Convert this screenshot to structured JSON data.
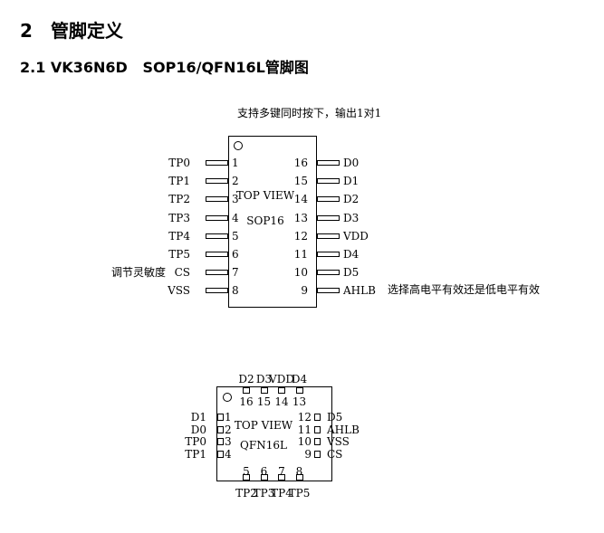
{
  "section": {
    "number": "2",
    "title": "管脚定义"
  },
  "subsection": {
    "number": "2.1",
    "title": "VK36N6D   SOP16/QFN16L管脚图"
  },
  "sop16": {
    "note_top": "支持多键同时按下，输出1对1",
    "top_view": "TOP VIEW",
    "package": "SOP16",
    "left_pins": [
      {
        "name": "TP0",
        "num": "1"
      },
      {
        "name": "TP1",
        "num": "2"
      },
      {
        "name": "TP2",
        "num": "3"
      },
      {
        "name": "TP3",
        "num": "4"
      },
      {
        "name": "TP4",
        "num": "5"
      },
      {
        "name": "TP5",
        "num": "6"
      },
      {
        "name": "CS",
        "num": "7"
      },
      {
        "name": "VSS",
        "num": "8"
      }
    ],
    "right_pins": [
      {
        "name": "D0",
        "num": "16"
      },
      {
        "name": "D1",
        "num": "15"
      },
      {
        "name": "D2",
        "num": "14"
      },
      {
        "name": "D3",
        "num": "13"
      },
      {
        "name": "VDD",
        "num": "12"
      },
      {
        "name": "D4",
        "num": "11"
      },
      {
        "name": "D5",
        "num": "10"
      },
      {
        "name": "AHLB",
        "num": "9"
      }
    ],
    "cs_note": "调节灵敏度",
    "ahlb_note": "选择高电平有效还是低电平有效"
  },
  "qfn16": {
    "top_view": "TOP VIEW",
    "package": "QFN16L",
    "top_pins": [
      {
        "name": "D2",
        "num": "16"
      },
      {
        "name": "D3",
        "num": "15"
      },
      {
        "name": "VDD",
        "num": "14"
      },
      {
        "name": "D4",
        "num": "13"
      }
    ],
    "left_pins": [
      {
        "name": "D1",
        "num": "1"
      },
      {
        "name": "D0",
        "num": "2"
      },
      {
        "name": "TP0",
        "num": "3"
      },
      {
        "name": "TP1",
        "num": "4"
      }
    ],
    "right_pins": [
      {
        "name": "D5",
        "num": "12"
      },
      {
        "name": "AHLB",
        "num": "11"
      },
      {
        "name": "VSS",
        "num": "10"
      },
      {
        "name": "CS",
        "num": "9"
      }
    ],
    "bottom_pins": [
      {
        "name": "TP2",
        "num": "5"
      },
      {
        "name": "TP3",
        "num": "6"
      },
      {
        "name": "TP4",
        "num": "7"
      },
      {
        "name": "TP5",
        "num": "8"
      }
    ]
  }
}
